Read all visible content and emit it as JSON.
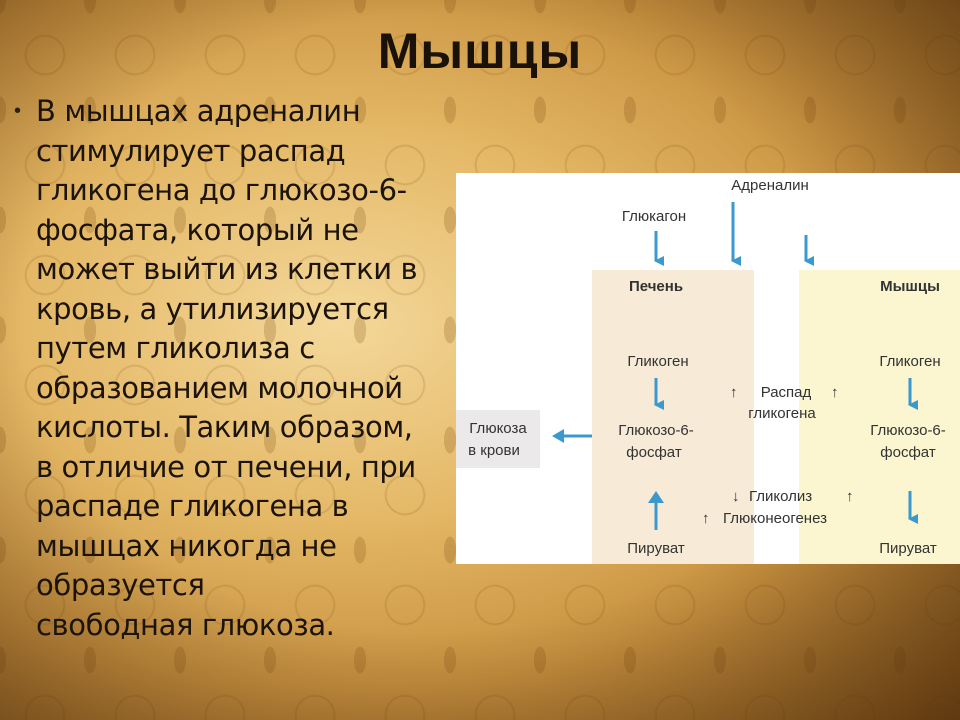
{
  "title": "Мышцы",
  "bullet": "•",
  "body_lines": [
    "В мышцах адреналин",
    "стимулирует распад",
    "гликогена до глюкозо-6-",
    "фосфата, который не",
    "может выйти из клетки в",
    "кровь, а утилизируется",
    "путем гликолиза с",
    "образованием молочной",
    "кислоты. Таким образом,",
    "в отличие от печени, при",
    "распаде гликогена в",
    "мышцах никогда не",
    "образуется",
    "свободная глюкоза."
  ],
  "diagram": {
    "adrenaline": "Адреналин",
    "glucagon": "Глюкагон",
    "liver": "Печень",
    "muscles": "Мышцы",
    "glycogen_liver": "Гликоген",
    "glycogen_muscle": "Гликоген",
    "breakdown_line1": "Распад",
    "breakdown_line2": "гликогена",
    "g6p_liver_line1": "Глюкозо-6-",
    "g6p_liver_line2": "фосфат",
    "g6p_muscle_line1": "Глюкозо-6-",
    "g6p_muscle_line2": "фосфат",
    "blood_glucose_line1": "Глюкоза",
    "blood_glucose_line2": "в крови",
    "glycolysis": "Гликолиз",
    "gluconeogenesis": "Глюконеогенез",
    "pyruvate_liver": "Пируват",
    "pyruvate_muscle": "Пируват",
    "colors": {
      "arrow": "#3a9ad0",
      "liver_bg": "#f7ead6",
      "muscle_bg": "#fbf6cf",
      "blood_bg": "#ece9ea"
    }
  }
}
